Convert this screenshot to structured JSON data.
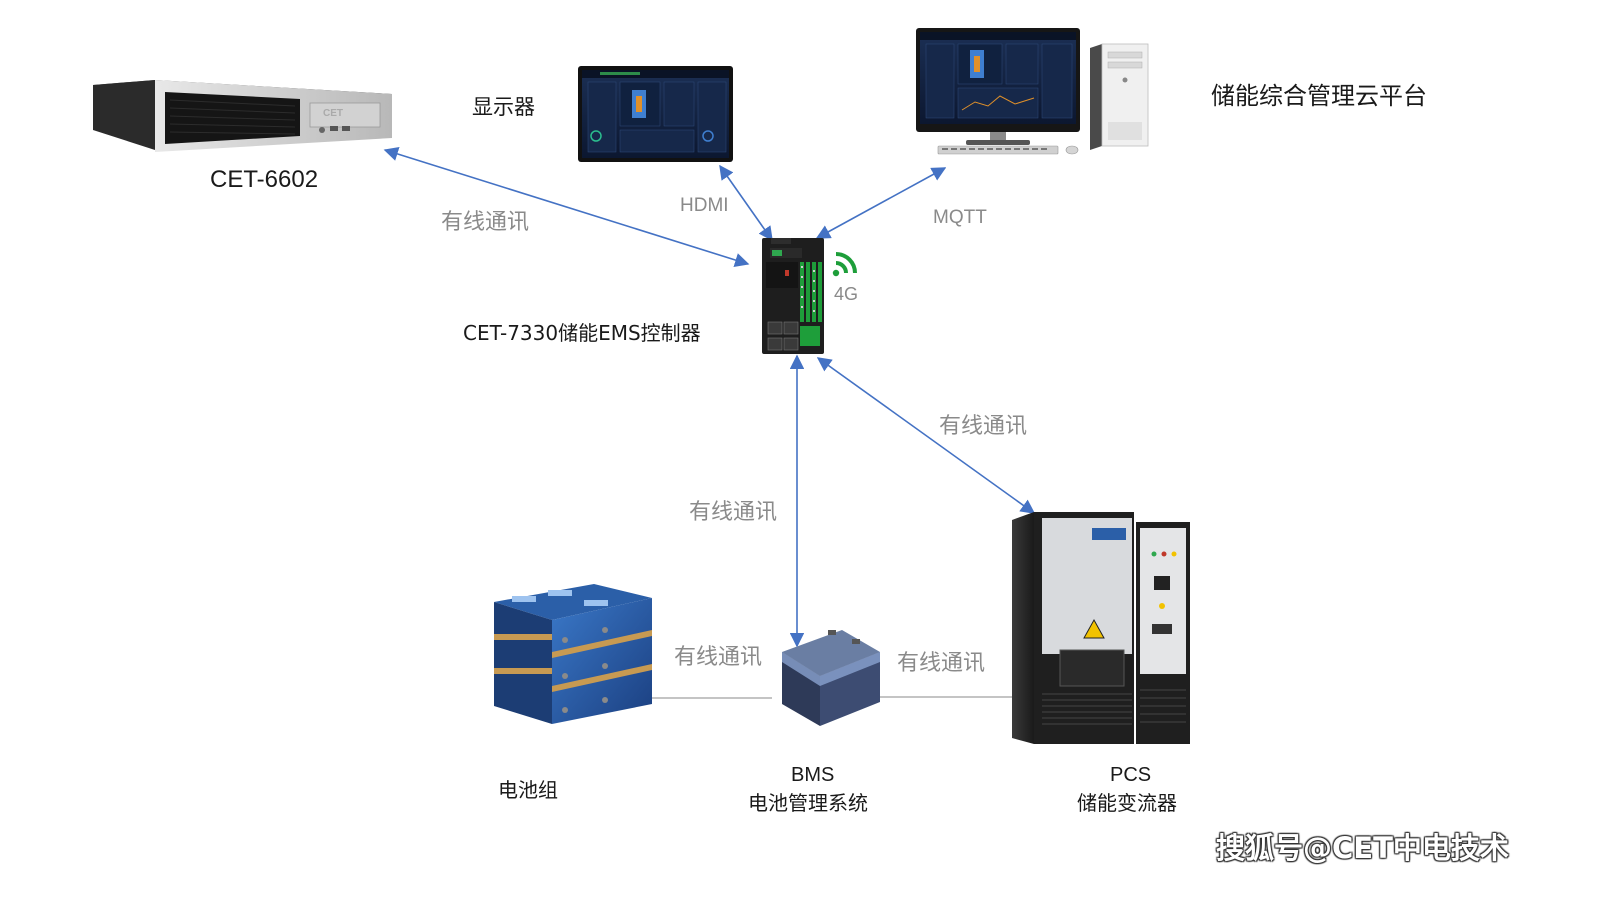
{
  "devices": {
    "server": {
      "name": "CET-6602",
      "logo": "CET"
    },
    "monitor": {
      "name": "显示器"
    },
    "cloud": {
      "name": "储能综合管理云平台"
    },
    "controller": {
      "name": "CET-7330储能EMS控制器"
    },
    "battery_pack": {
      "name": "电池组"
    },
    "bms": {
      "line1": "BMS",
      "line2": "电池管理系统"
    },
    "pcs": {
      "line1": "PCS",
      "line2": "储能变流器"
    }
  },
  "links": {
    "server_controller": "有线通讯",
    "monitor_controller": "HDMI",
    "cloud_controller": "MQTT",
    "cellular": "4G",
    "controller_bms": "有线通讯",
    "controller_pcs": "有线通讯",
    "battery_bms": "有线通讯",
    "bms_pcs": "有线通讯"
  },
  "watermark": "搜狐号@CET中电技术",
  "colors": {
    "arrow": "#4472c4",
    "plain_link": "#b0b0b0",
    "signal": "#1e9e3a",
    "label_gray": "#8a8a8a"
  },
  "icons": [
    "rack-server-icon",
    "monitor-icon",
    "desktop-pc-icon",
    "ems-controller-icon",
    "wireless-signal-icon",
    "battery-pack-icon",
    "bms-battery-icon",
    "pcs-cabinet-icon"
  ]
}
